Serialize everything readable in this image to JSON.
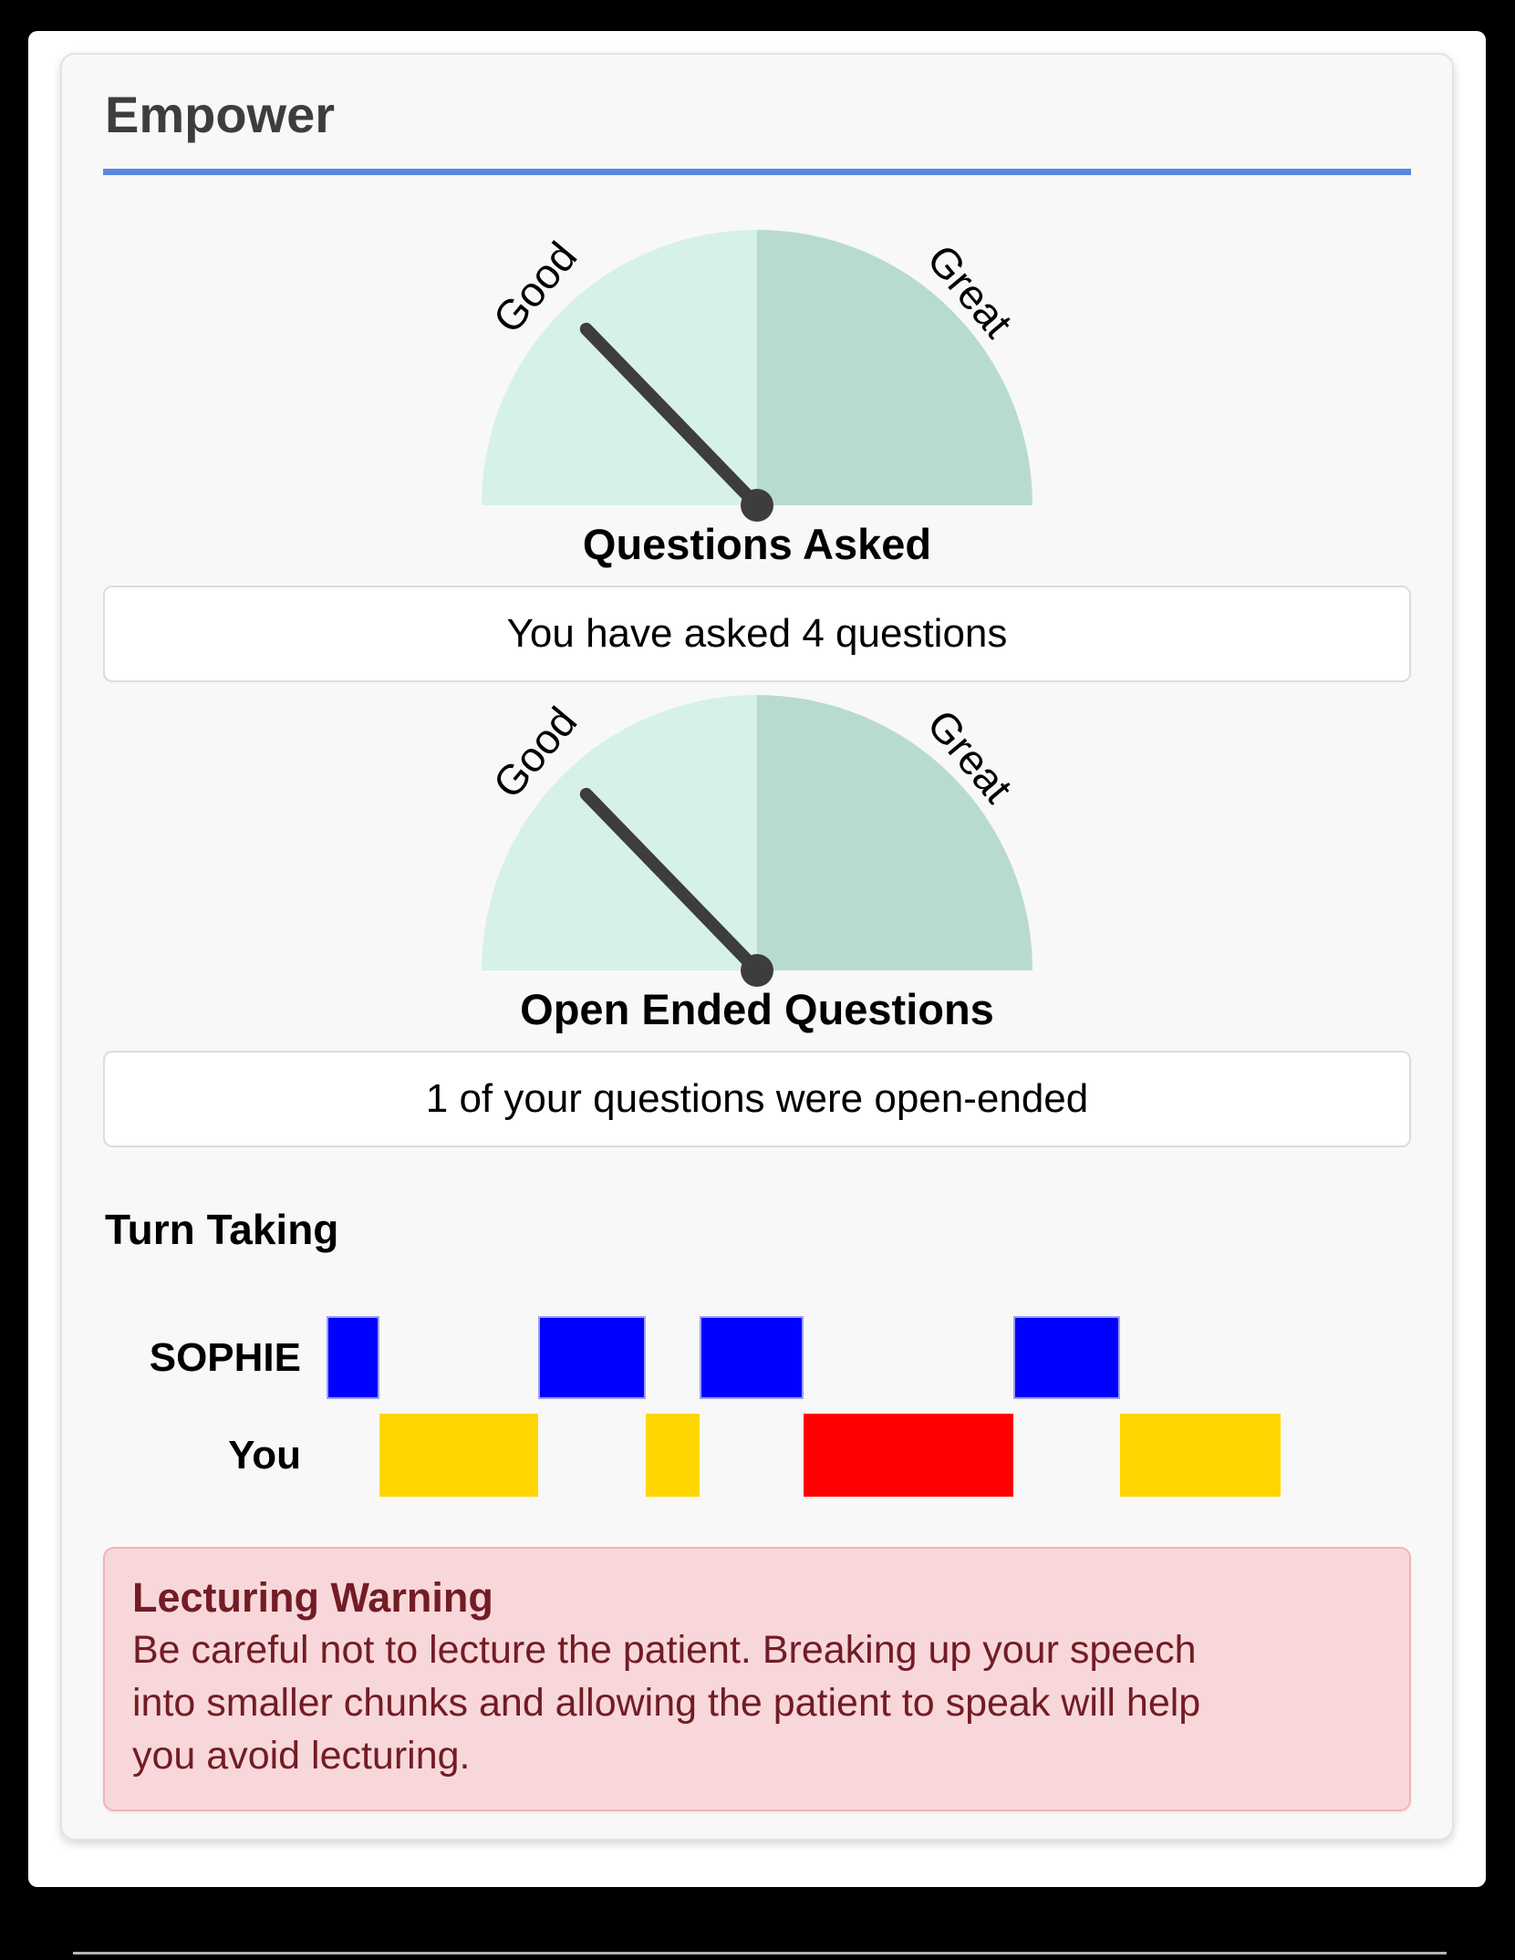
{
  "app": {
    "title": "Empower"
  },
  "colors": {
    "accent": "#5b87e0",
    "gauge-left": "#d6f1e9",
    "gauge-right": "#b8dbd0",
    "needle": "#3d3d3d",
    "bar-blue": "#0000ff",
    "bar-yellow": "#ffd500",
    "bar-red": "#ff0000",
    "warn-bg": "#f8d7da",
    "warn-border": "#f1b3bc",
    "warn-text": "#721c24"
  },
  "chart_data": [
    {
      "type": "gauge",
      "title": "Questions Asked",
      "scale_labels": [
        "Good",
        "Great"
      ],
      "needle_fraction_of_arc": 0.255,
      "needle_points_to": "Good",
      "value": 4,
      "caption": "You have asked 4 questions",
      "left_half_color": "#d6f1e9",
      "right_half_color": "#b8dbd0"
    },
    {
      "type": "gauge",
      "title": "Open Ended Questions",
      "scale_labels": [
        "Good",
        "Great"
      ],
      "needle_fraction_of_arc": 0.255,
      "needle_points_to": "Good",
      "value": 1,
      "caption": "1 of your questions were open-ended",
      "left_half_color": "#d6f1e9",
      "right_half_color": "#b8dbd0"
    },
    {
      "type": "timeline",
      "title": "Turn Taking",
      "rows": [
        "SOPHIE",
        "You"
      ],
      "x_range_pct": [
        0,
        100
      ],
      "segments": [
        {
          "row": "SOPHIE",
          "start_pct": 0,
          "end_pct": 5.5,
          "color": "bar-blue",
          "outlined": true
        },
        {
          "row": "You",
          "start_pct": 5.5,
          "end_pct": 22.2,
          "color": "bar-yellow"
        },
        {
          "row": "SOPHIE",
          "start_pct": 22.2,
          "end_pct": 33.5,
          "color": "bar-blue",
          "outlined": true
        },
        {
          "row": "You",
          "start_pct": 33.5,
          "end_pct": 39.1,
          "color": "bar-yellow"
        },
        {
          "row": "SOPHIE",
          "start_pct": 39.1,
          "end_pct": 50.0,
          "color": "bar-blue",
          "outlined": true
        },
        {
          "row": "You",
          "start_pct": 50.0,
          "end_pct": 72.0,
          "color": "bar-red",
          "note": "lecturing"
        },
        {
          "row": "SOPHIE",
          "start_pct": 72.0,
          "end_pct": 83.2,
          "color": "bar-blue",
          "outlined": true
        },
        {
          "row": "You",
          "start_pct": 83.2,
          "end_pct": 100,
          "color": "bar-yellow"
        }
      ]
    }
  ],
  "warning": {
    "title": "Lecturing Warning",
    "lines": [
      "Be careful not to lecture the patient. Breaking up your speech",
      "into smaller chunks and allowing the patient to speak will help",
      "you avoid lecturing."
    ],
    "full_text": "Be careful not to lecture the patient. Breaking up your speech into smaller chunks and allowing the patient to speak will help you avoid lecturing."
  }
}
